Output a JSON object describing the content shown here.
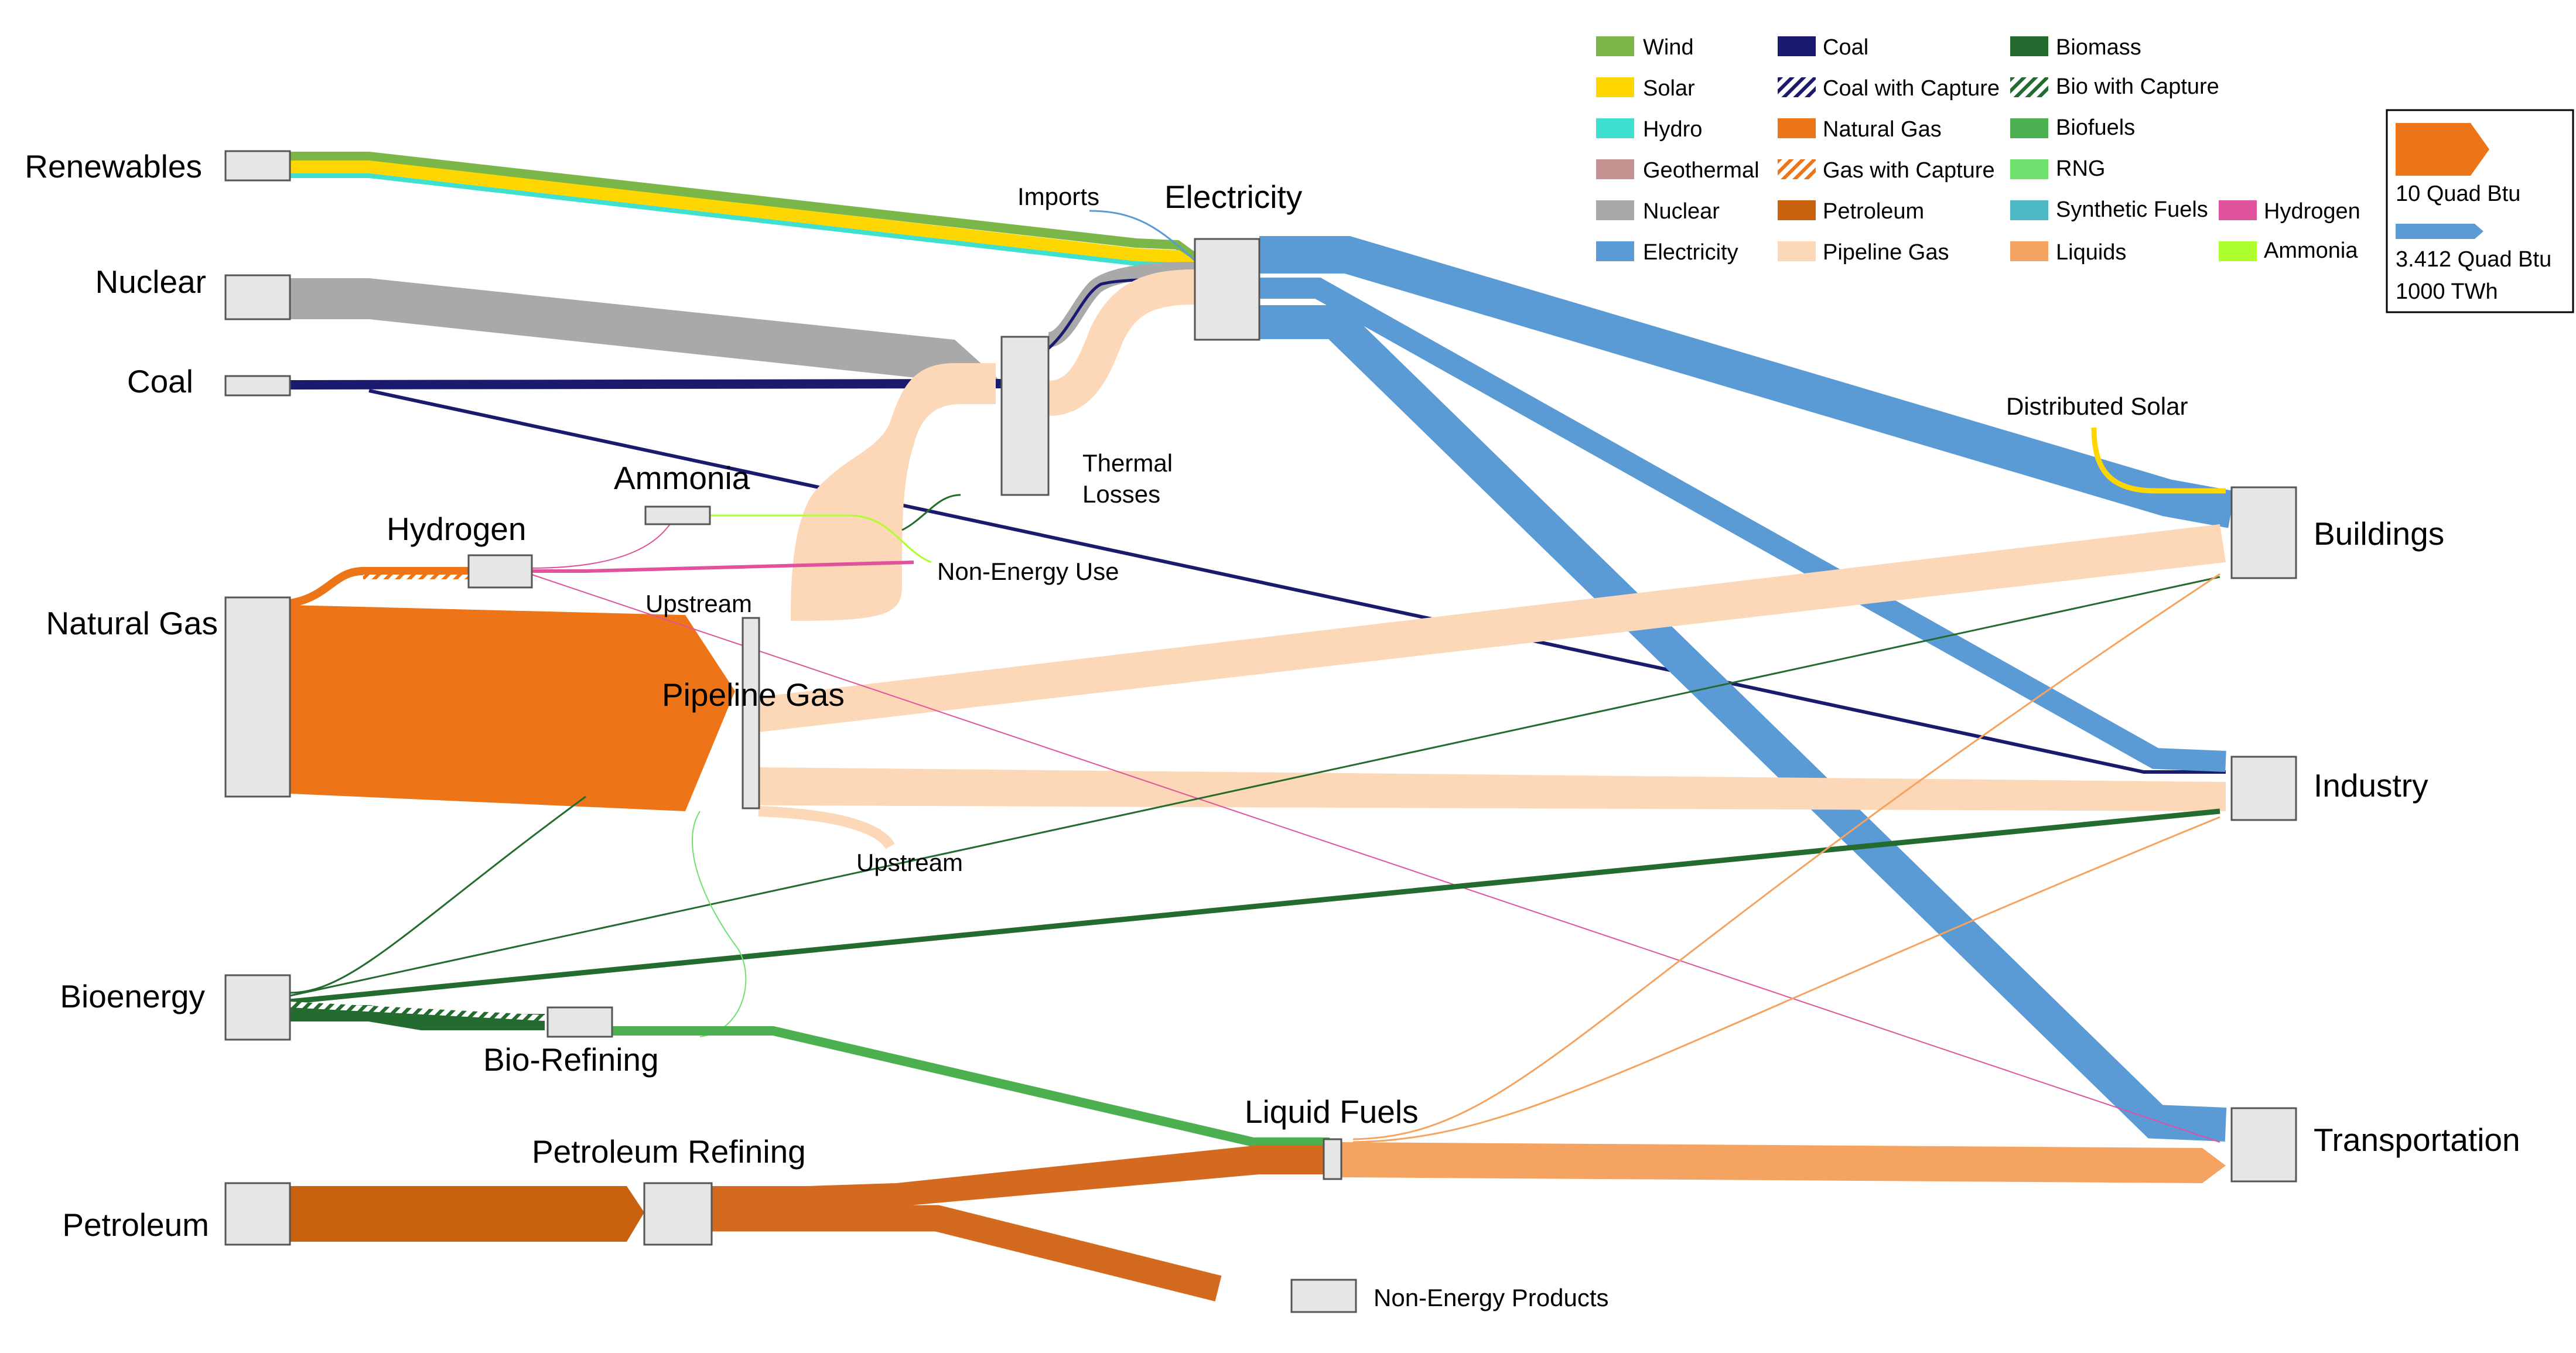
{
  "colors": {
    "wind": "#7ab648",
    "solar": "#ffd700",
    "hydro": "#40e0d0",
    "geothermal": "#c49090",
    "nuclear": "#a9a9a9",
    "electricity": "#5b9bd5",
    "coal": "#1a1a6e",
    "natural_gas": "#ed7518",
    "petroleum": "#c8620f",
    "pipeline_gas": "#fdd8b8",
    "biomass": "#236b2e",
    "biofuels": "#4caf50",
    "rng": "#6ee06e",
    "synthetic_fuels": "#4db8c4",
    "liquids": "#f4a460",
    "hydrogen": "#e0529c",
    "ammonia": "#adff2f",
    "refined": "#d46a1f"
  },
  "nodes": {
    "renewables": "Renewables",
    "nuclear": "Nuclear",
    "coal": "Coal",
    "natural_gas": "Natural Gas",
    "bioenergy": "Bioenergy",
    "petroleum": "Petroleum",
    "hydrogen": "Hydrogen",
    "ammonia": "Ammonia",
    "pipeline_gas": "Pipeline Gas",
    "electricity": "Electricity",
    "thermal_losses": "Thermal\nLosses",
    "bio_refining": "Bio-Refining",
    "petroleum_refining": "Petroleum Refining",
    "liquid_fuels": "Liquid Fuels",
    "non_energy_products": "Non-Energy Products",
    "buildings": "Buildings",
    "industry": "Industry",
    "transportation": "Transportation"
  },
  "labels": {
    "imports": "Imports",
    "upstream_top": "Upstream",
    "upstream_bottom": "Upstream",
    "non_energy_use": "Non-Energy Use",
    "distributed_solar": "Distributed Solar"
  },
  "legend": {
    "col1": [
      "Wind",
      "Solar",
      "Hydro",
      "Geothermal",
      "Nuclear",
      "Electricity"
    ],
    "col2": [
      "Coal",
      "Coal with Capture",
      "Natural Gas",
      "Gas with Capture",
      "Petroleum",
      "Pipeline Gas"
    ],
    "col3": [
      "Biomass",
      "Bio with Capture",
      "Biofuels",
      "RNG",
      "Synthetic Fuels",
      "Liquids"
    ],
    "col4": [
      "Hydrogen",
      "Ammonia"
    ]
  },
  "scale": {
    "orange_label": "10 Quad Btu",
    "blue_label_1": "3.412 Quad Btu",
    "blue_label_2": "1000 TWh"
  }
}
